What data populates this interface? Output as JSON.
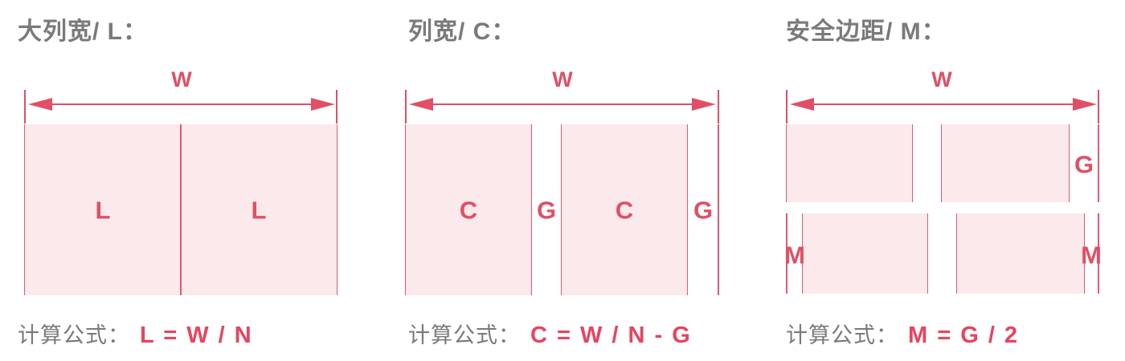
{
  "colors": {
    "accent_red": "#e04f66",
    "formula_red": "#e8435f",
    "pink_fill": "#fbe9ec",
    "title_gray": "#7a7a7a"
  },
  "panels": [
    {
      "title": "大列宽/ L：",
      "width_label": "W",
      "cell_labels": [
        "L",
        "L"
      ],
      "formula_prefix": "计算公式：",
      "formula": "L = W / N"
    },
    {
      "title": "列宽/ C：",
      "width_label": "W",
      "cell_labels": [
        "C",
        "C"
      ],
      "gutter_labels": [
        "G",
        "G"
      ],
      "formula_prefix": "计算公式：",
      "formula": "C = W / N - G"
    },
    {
      "title": "安全边距/ M：",
      "width_label": "W",
      "gutter_label": "G",
      "margin_labels": [
        "M",
        "M"
      ],
      "formula_prefix": "计算公式：",
      "formula": "M = G / 2"
    }
  ]
}
